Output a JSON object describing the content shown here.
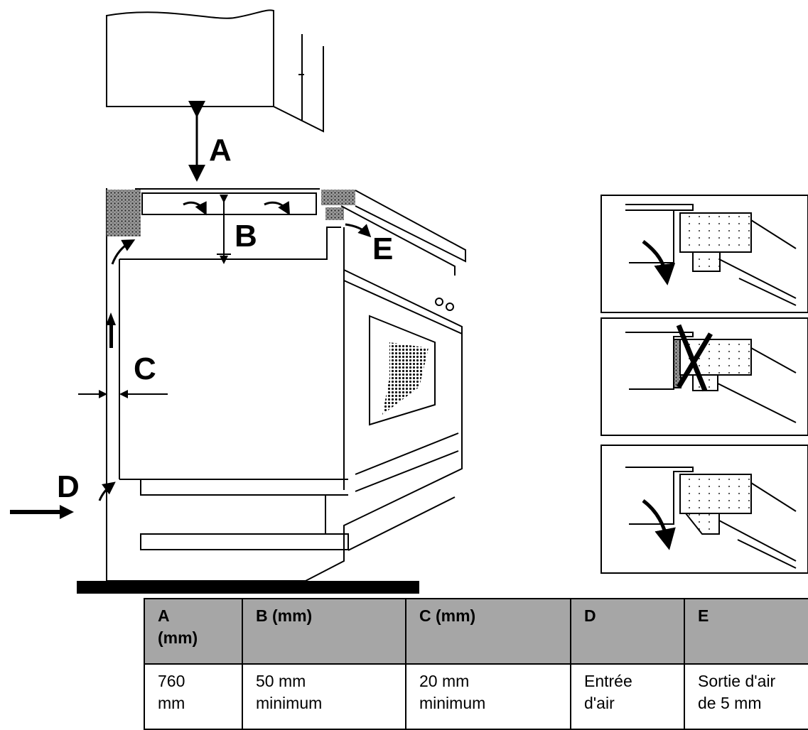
{
  "diagram": {
    "labels": {
      "a": "A",
      "b": "B",
      "c": "C",
      "d": "D",
      "e": "E"
    }
  },
  "table": {
    "headers": [
      "A\n(mm)",
      "B (mm)",
      "C (mm)",
      "D",
      "E"
    ],
    "row": [
      "760\nmm",
      "50 mm\nminimum",
      "20 mm\nminimum",
      "Entrée\nd'air",
      "Sortie d'air\nde 5 mm"
    ]
  }
}
